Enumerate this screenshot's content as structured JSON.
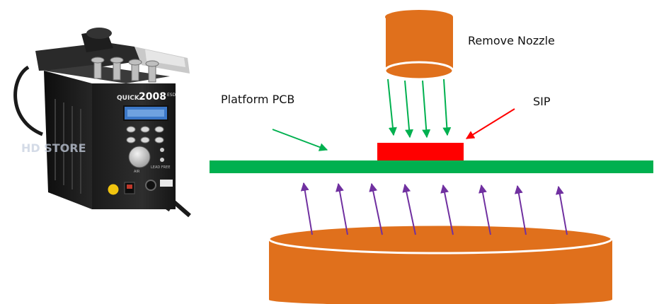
{
  "labels": {
    "remove_nozzle": "Remove Nozzle",
    "platform_pcb": "Platform PCB",
    "sip": "SIP"
  },
  "photo": {
    "brand_top": "QUICK",
    "brand_model": "2008",
    "brand_suffix": "ESD",
    "watermark": "HD STORE",
    "panel_tag": "LEAD FREE",
    "knob_tag": "AIR"
  },
  "colors": {
    "nozzle": "#E0701C",
    "heater": "#E0701C",
    "pcb": "#00B04F",
    "sip": "#FF0000",
    "down_arrow": "#00B04F",
    "up_arrow": "#7030A0",
    "pointer_green": "#00B04F",
    "pointer_red": "#FF0000"
  },
  "icons": {
    "photo": "hot-air-rework-station-photo"
  }
}
